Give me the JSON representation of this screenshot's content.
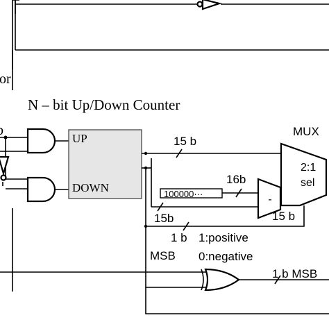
{
  "labels": {
    "counter_title": "N – bit Up/Down Counter",
    "partial_or": "or",
    "partial_b": "b",
    "up": "UP",
    "down": "DOWN",
    "bus_15b_top": "15 b",
    "mux_title": "MUX",
    "mux_ratio": "2:1",
    "mux_sel": "sel",
    "bus_16b": "16b",
    "constant": "100000···",
    "subtract": "-",
    "bus_15b_left": "15b",
    "bus_15b_right": "15 b",
    "msb_width": "1 b",
    "positive": "1:positive",
    "negative": "0:negative",
    "msb": "MSB",
    "msb_out": "1 b MSB"
  }
}
